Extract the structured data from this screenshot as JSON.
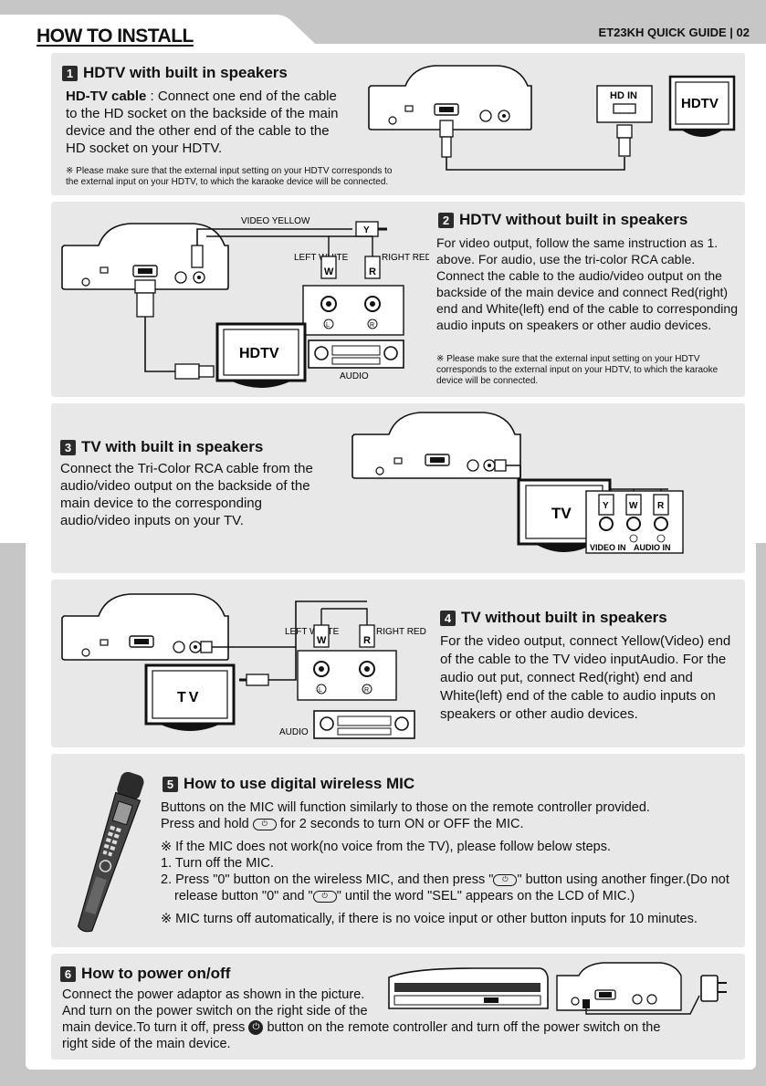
{
  "header": {
    "title": "HOW TO INSTALL",
    "guide": "ET23KH QUICK GUIDE | 02"
  },
  "s1": {
    "num": "1",
    "title": "HDTV with built in speakers",
    "lead": "HD-TV cable",
    "text": " : Connect one end of the cable to the HD socket on the backside of the main device and the other end of the cable to the HD socket on your HDTV.",
    "note": "※ Please make sure that the external input setting on your HDTV corresponds to the external input on your HDTV, to which the karaoke device will be connected.",
    "hd_in": "HD IN",
    "tv": "HDTV"
  },
  "s2": {
    "num": "2",
    "title": "HDTV without built in speakers",
    "text": "For video output, follow the same instruction as 1. above. For audio, use the tri-color RCA cable. Connect the cable to the audio/video output on the backside of the main device and connect Red(right) end and White(left) end of the cable to corresponding audio inputs on speakers or other audio devices.",
    "note": "※ Please make sure that the external input setting on your HDTV corresponds to the external input on your HDTV, to which the karaoke device will be connected.",
    "video_yellow": "VIDEO YELLOW",
    "left_white": "LEFT WHITE",
    "right_red": "RIGHT RED",
    "tv": "HDTV",
    "audio": "AUDIO"
  },
  "s3": {
    "num": "3",
    "title": "TV with built in speakers",
    "text": "Connect the Tri-Color RCA cable from the audio/video output on the backside of the main device to the corresponding audio/video inputs on your TV.",
    "tv": "TV",
    "video_in": "VIDEO IN",
    "audio_in": "AUDIO IN"
  },
  "s4": {
    "num": "4",
    "title": "TV without built in speakers",
    "text": "For the video output, connect Yellow(Video) end of the cable to the TV video inputAudio. For the audio out put, connect Red(right) end and White(left) end of the cable to audio inputs on speakers or other audio devices.",
    "left_white": "LEFT WHITE",
    "right_red": "RIGHT RED",
    "tv": "TV",
    "audio": "AUDIO"
  },
  "s5": {
    "num": "5",
    "title": "How to use digital wireless MIC",
    "p1": "Buttons on the MIC will function similarly to those on the remote controller provided.",
    "p2a": "Press and hold ",
    "p2b": " for 2 seconds to turn ON or OFF the MIC.",
    "note1": "※ If the MIC does not work(no voice from the TV), please follow below steps.",
    "step1": "1. Turn off the MIC.",
    "step2a": "2. Press \"0\" button on the wireless MIC, and then press \"",
    "step2b": "\" button using another finger.(Do not release button \"0\" and \"",
    "step2c": "\" until the word \"SEL\" appears on the LCD of MIC.)",
    "note2": "※ MIC turns off automatically, if there is no voice input or other button inputs for 10 minutes."
  },
  "s6": {
    "num": "6",
    "title": "How to power on/off",
    "p1": "Connect the power adaptor as shown in the picture.",
    "p2": "And turn on the power switch on the right side of the",
    "p3a": "main device.To turn it off, press ",
    "p3b": " button on the remote controller and turn off the power switch on the",
    "p4": "right side of the main device."
  },
  "labels": {
    "w": "W",
    "r": "R",
    "y": "Y",
    "l": "L",
    "rr": "R"
  }
}
